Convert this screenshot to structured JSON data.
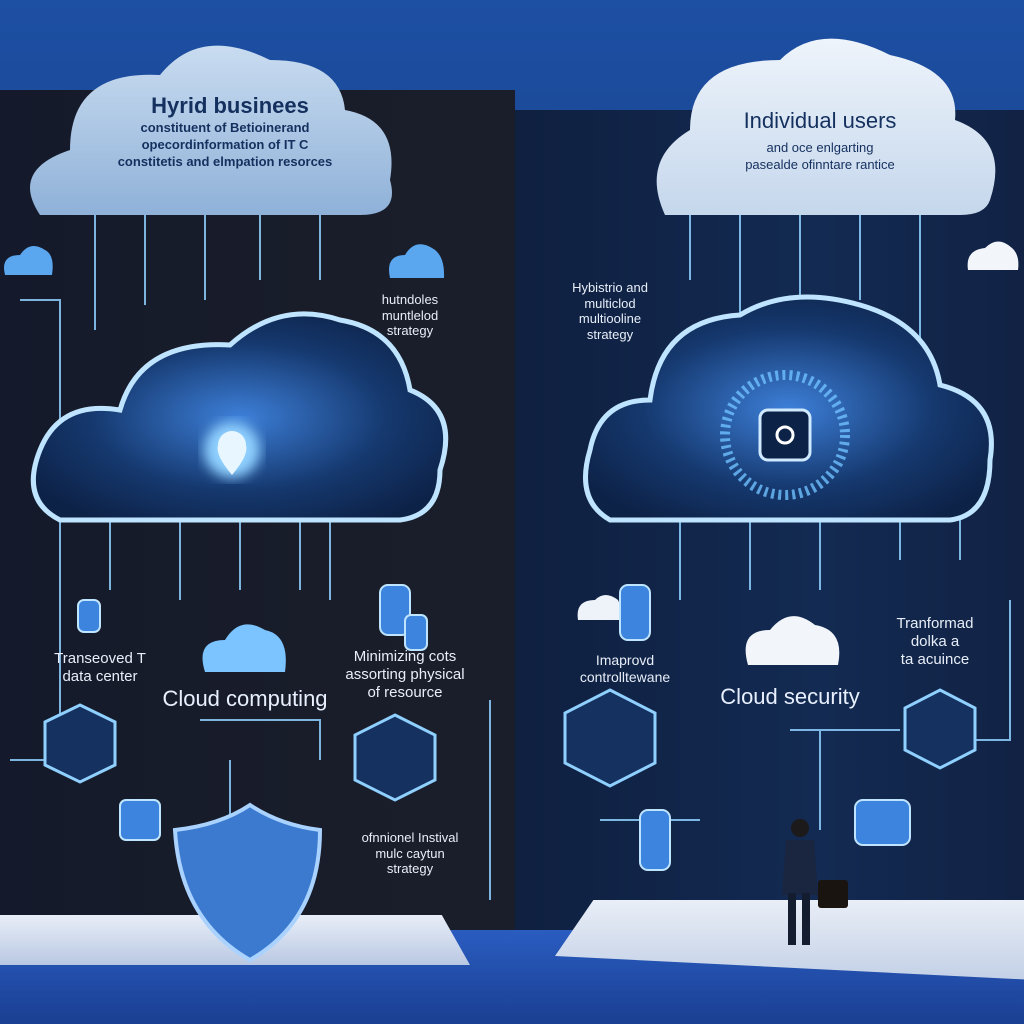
{
  "left": {
    "header_title": "Hyrid businees",
    "header_lines": [
      "constituent of Betioinerand",
      "opecordinformation of IT C",
      "constitetis and elmpation resorces"
    ],
    "side_label": [
      "hutndoles",
      "muntlelod",
      "strategy"
    ],
    "label_data_center": [
      "Transeoved T",
      "data center"
    ],
    "main_label": "Cloud computing",
    "label_costs": [
      "Minimizing cots",
      "assorting physical",
      "of resource"
    ],
    "label_strategy": [
      "ofnnionel Instival",
      "mulc caytun",
      "strategy"
    ]
  },
  "right": {
    "header_title": "Individual users",
    "header_lines": [
      "and oce enlgarting",
      "pasealde ofinntare rantice"
    ],
    "side_label": [
      "Hybistrio and",
      "multiclod",
      "multiooline",
      "strategy"
    ],
    "label_improved": [
      "Imaprovd",
      "controlltewane"
    ],
    "main_label": "Cloud security",
    "label_transformed": [
      "Tranformad",
      "dolka a",
      "ta acuince"
    ]
  },
  "colors": {
    "accent": "#4aa8ff",
    "glow": "#8fd0ff",
    "panel_left": "#171b29",
    "panel_right": "#122650"
  }
}
